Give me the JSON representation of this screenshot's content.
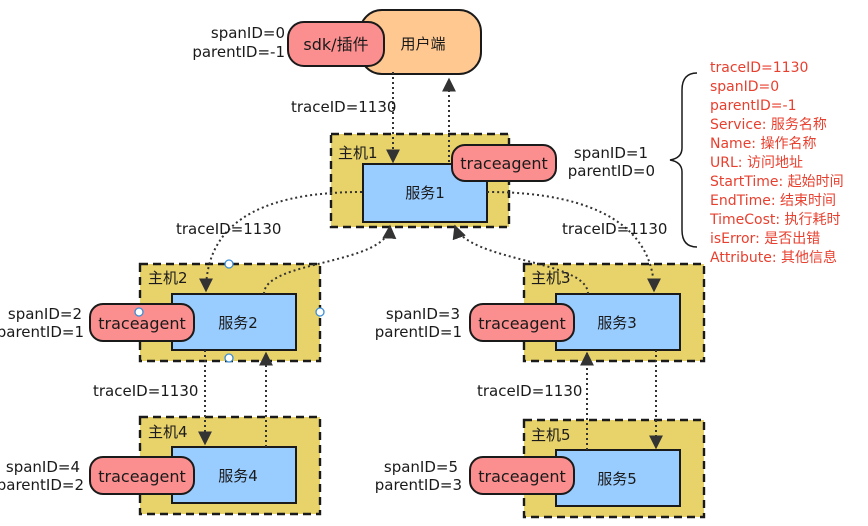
{
  "client": {
    "label": "用户端",
    "sdk_label": "sdk/插件",
    "span_id": "spanID=0",
    "parent_id": "parentID=-1"
  },
  "agent_label": "traceagent",
  "trace_label": "traceID=1130",
  "hosts": [
    {
      "host": "主机1",
      "service": "服务1",
      "span_id": "spanID=1",
      "parent_id": "parentID=0"
    },
    {
      "host": "主机2",
      "service": "服务2",
      "span_id": "spanID=2",
      "parent_id": "parentID=1"
    },
    {
      "host": "主机3",
      "service": "服务3",
      "span_id": "spanID=3",
      "parent_id": "parentID=1"
    },
    {
      "host": "主机4",
      "service": "服务4",
      "span_id": "spanID=4",
      "parent_id": "parentID=2"
    },
    {
      "host": "主机5",
      "service": "服务5",
      "span_id": "spanID=5",
      "parent_id": "parentID=3"
    }
  ],
  "span_fields": [
    "traceID=1130",
    "spanID=0",
    "parentID=-1",
    "Service: 服务名称",
    "Name: 操作名称",
    "URL: 访问地址",
    "StartTime: 起始时间",
    "EndTime: 结束时间",
    "TimeCost: 执行耗时",
    "isError: 是否出错",
    "Attribute: 其他信息"
  ],
  "colors": {
    "host_fill": "#e8d26a",
    "service_fill": "#99ccff",
    "agent_fill": "#fb8f8f",
    "client_fill": "#ffc891",
    "note_text": "#e8402f"
  }
}
